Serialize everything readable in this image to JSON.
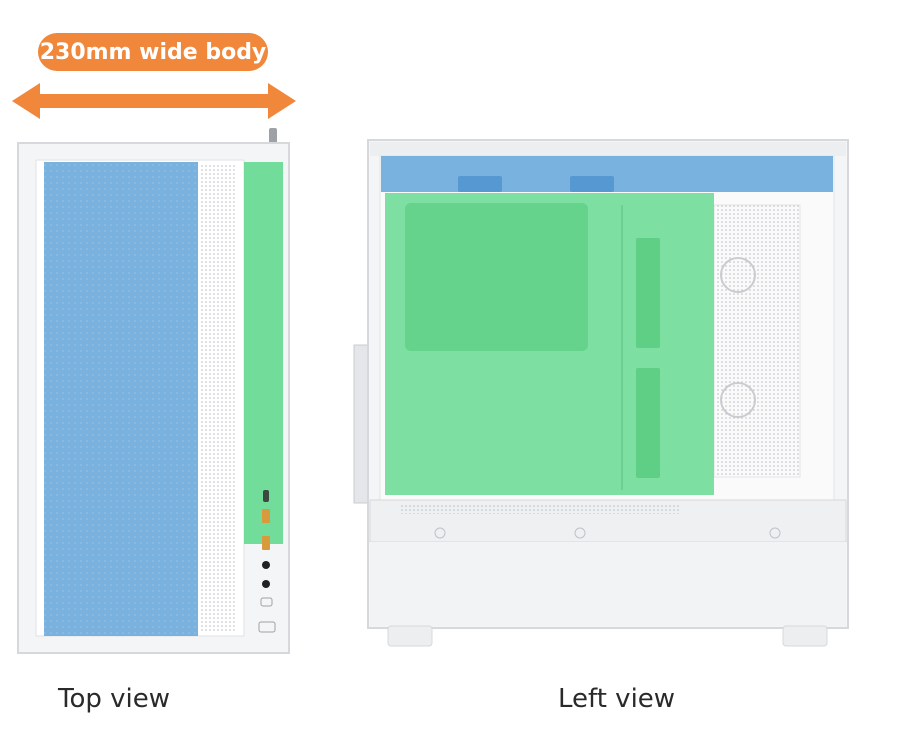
{
  "width_badge": {
    "text": "230mm wide body"
  },
  "views": {
    "top_label": "Top view",
    "left_label": "Left view"
  },
  "colors": {
    "orange": "#f0873a",
    "blue_zone": "#6aa8dc",
    "green_zone": "#72dc9a",
    "case_white": "#f4f5f6",
    "case_edge": "#d6d8db"
  }
}
